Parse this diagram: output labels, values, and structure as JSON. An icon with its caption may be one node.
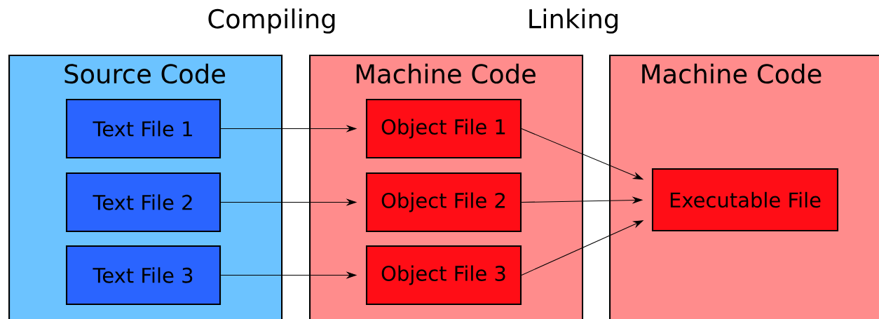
{
  "diagram": {
    "nodes": [
      {
        "text": [
          "Source Code"
        ]
      },
      {
        "text": [
          "Text File 1"
        ],
        "in": 0
      },
      {
        "text": [
          "Text File 2"
        ],
        "in": 0
      },
      {
        "text": [
          "Text File 3"
        ],
        "in": 0
      },
      {
        "text": [
          "Machine Code"
        ]
      },
      {
        "text": [
          "Object File 1"
        ],
        "in": 4
      },
      {
        "text": [
          "Object File 2"
        ],
        "in": 4
      },
      {
        "text": [
          "Object File 3"
        ],
        "in": 4
      },
      {
        "text": [
          "Machine Code"
        ]
      },
      {
        "text": [
          "Executable File"
        ],
        "in": 8
      }
    ],
    "edges": [
      {
        "from": 1,
        "to": 5,
        "arrow": "to"
      },
      {
        "from": 2,
        "to": 6,
        "arrow": "to"
      },
      {
        "from": 3,
        "to": 7,
        "arrow": "to"
      },
      {
        "from": 5,
        "to": 9,
        "arrow": "to"
      },
      {
        "from": 6,
        "to": 9,
        "arrow": "to"
      },
      {
        "from": 7,
        "to": 9,
        "arrow": "to"
      }
    ],
    "labels": [
      "Compiling",
      "Linking"
    ]
  }
}
